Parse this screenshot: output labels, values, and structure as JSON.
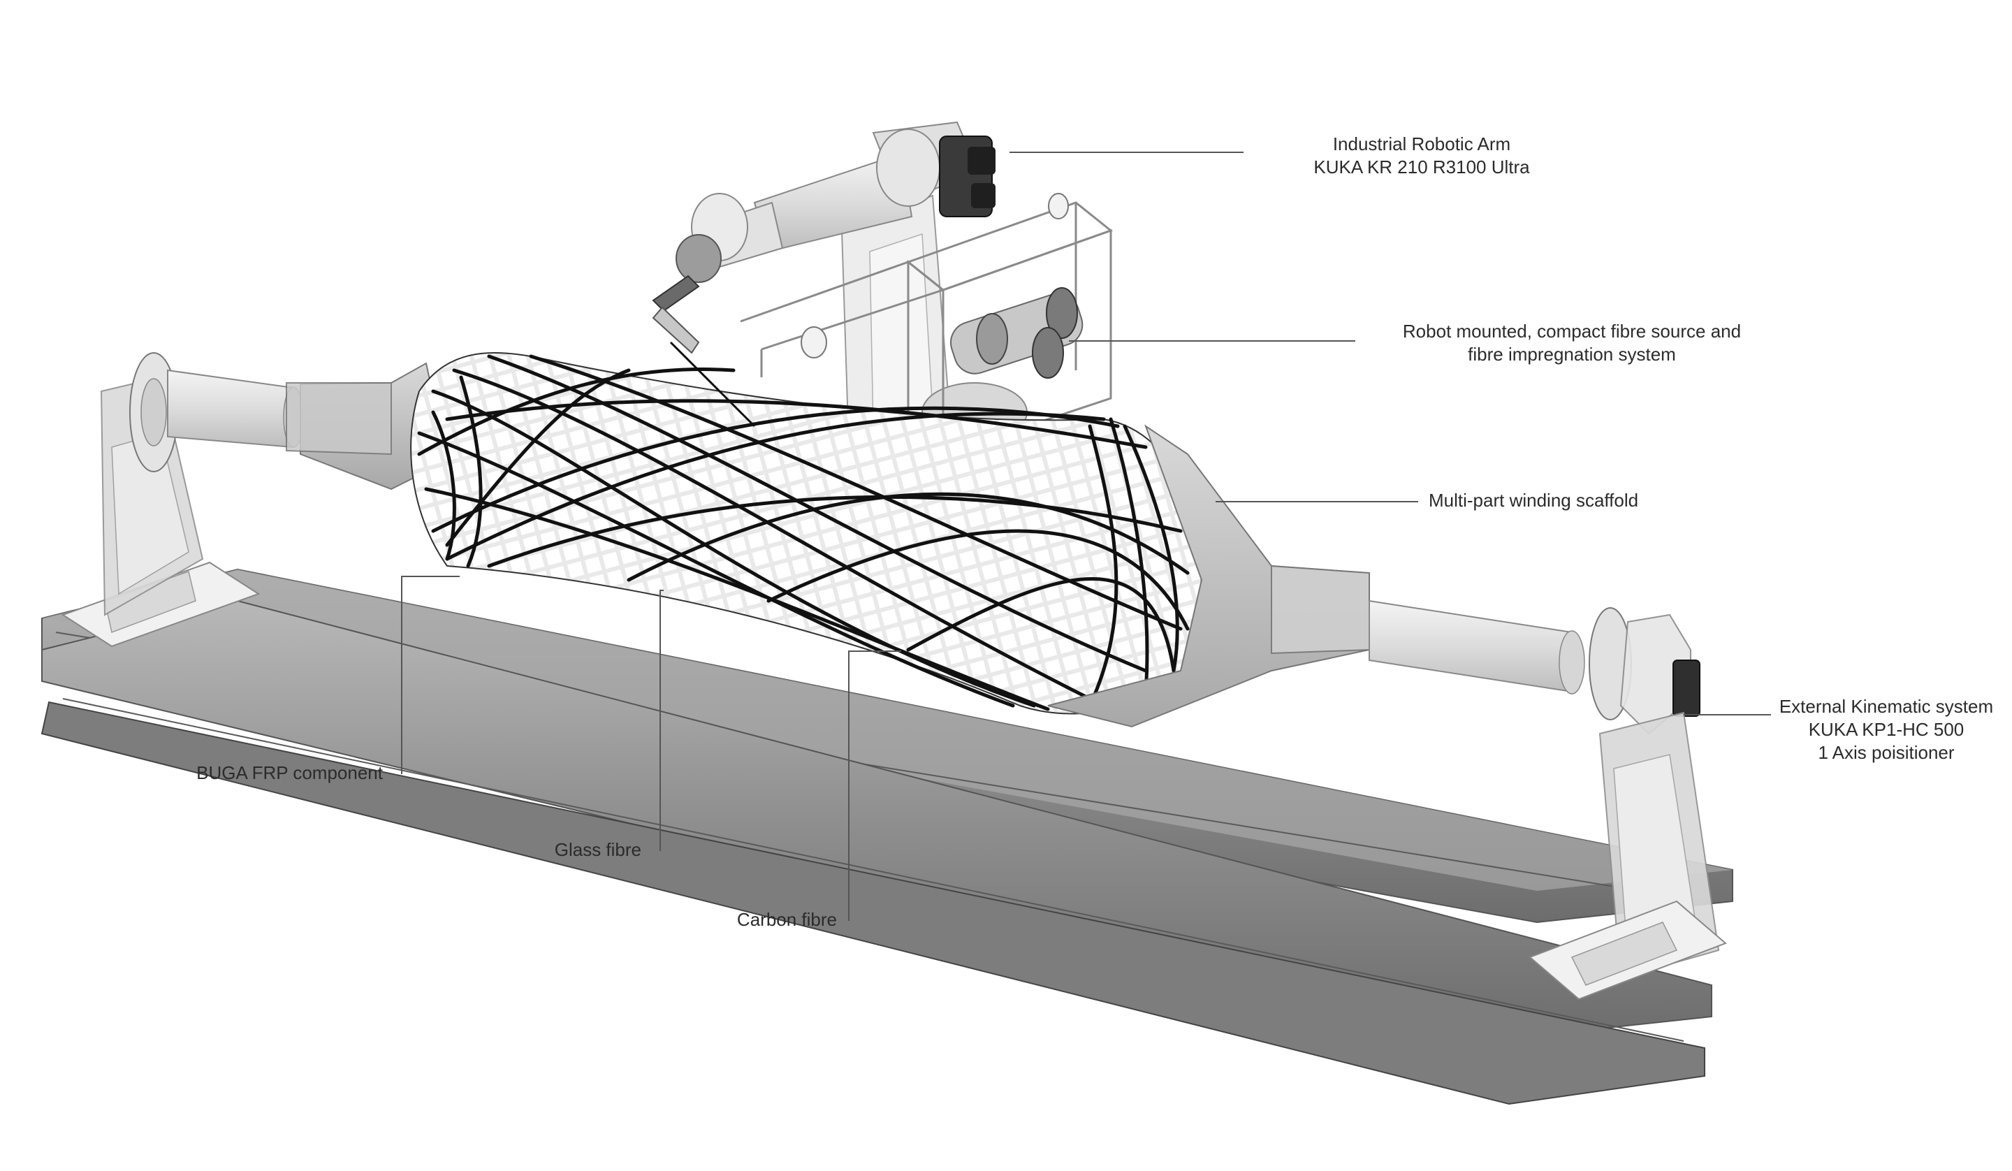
{
  "labels": {
    "robot_arm": {
      "line1": "Industrial Robotic Arm",
      "line2": "KUKA KR 210 R3100 Ultra"
    },
    "fibre_source": {
      "line1": "Robot mounted, compact fibre source and",
      "line2": "fibre impregnation system"
    },
    "scaffold": {
      "line1": "Multi-part winding scaffold"
    },
    "kinematic": {
      "line1": "External Kinematic system",
      "line2": "KUKA KP1-HC 500",
      "line3": "1 Axis poisitioner"
    },
    "buga": {
      "line1": "BUGA FRP component"
    },
    "glass": {
      "line1": "Glass fibre"
    },
    "carbon": {
      "line1": "Carbon fibre"
    }
  },
  "colors": {
    "fibre": "#111111",
    "machine": "#e8e8e8",
    "rail": "#8a8a8a",
    "leader": "#555555"
  }
}
